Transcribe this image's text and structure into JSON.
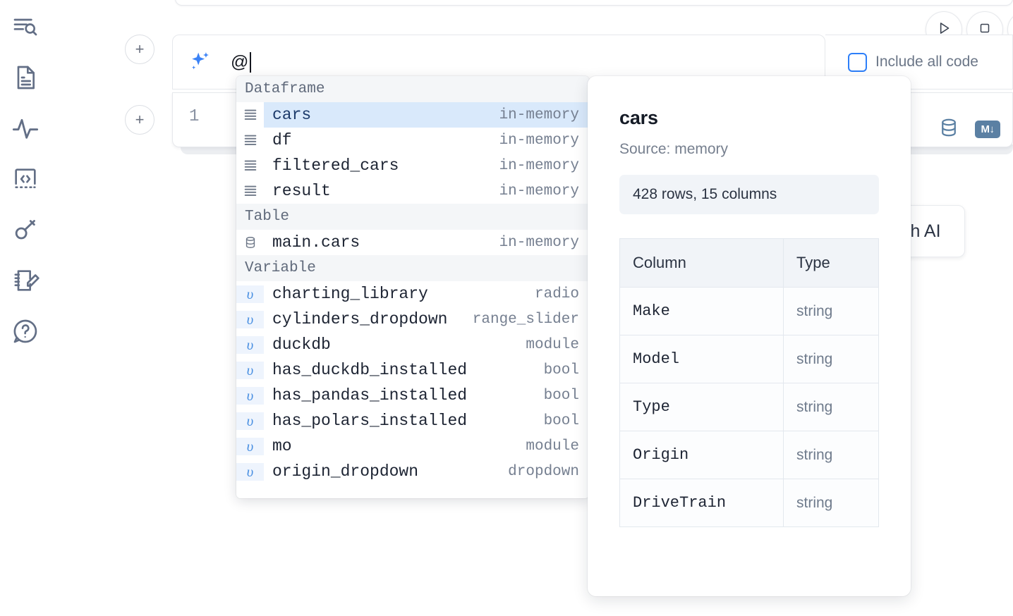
{
  "sidebar": {
    "items": [
      {
        "name": "explore-search-icon",
        "label": "Explore"
      },
      {
        "name": "file-document-icon",
        "label": "Notebook file"
      },
      {
        "name": "activity-pulse-icon",
        "label": "Activity"
      },
      {
        "name": "code-brackets-icon",
        "label": "Snippets"
      },
      {
        "name": "key-icon",
        "label": "Secrets"
      },
      {
        "name": "scratchpad-edit-icon",
        "label": "Scratchpad"
      },
      {
        "name": "help-question-icon",
        "label": "Help"
      }
    ]
  },
  "toolbar": {
    "add_cell_label": "+",
    "run_label": "Run",
    "stop_label": "Stop",
    "include_all_code_label": "Include all code",
    "include_all_code_checked": false,
    "accent_color": "#2d7ff9"
  },
  "ai_prompt": {
    "icon": "sparkle-icon",
    "value": "@",
    "placeholder": ""
  },
  "cell": {
    "line_number": "1",
    "sql_icon": "database-icon",
    "markdown_icon_label": "M",
    "ai_chip_label": "h AI"
  },
  "autocomplete": {
    "groups": [
      {
        "label": "Dataframe",
        "icon": "dataframe-rows-icon",
        "kind": "dataframe",
        "items": [
          {
            "name": "cars",
            "type": "in-memory",
            "selected": true
          },
          {
            "name": "df",
            "type": "in-memory",
            "selected": false
          },
          {
            "name": "filtered_cars",
            "type": "in-memory",
            "selected": false
          },
          {
            "name": "result",
            "type": "in-memory",
            "selected": false
          }
        ]
      },
      {
        "label": "Table",
        "icon": "database-icon",
        "kind": "table",
        "items": [
          {
            "name": "main.cars",
            "type": "in-memory",
            "selected": false
          }
        ]
      },
      {
        "label": "Variable",
        "icon": "variable-upsilon-icon",
        "kind": "variable",
        "items": [
          {
            "name": "charting_library",
            "type": "radio",
            "selected": false
          },
          {
            "name": "cylinders_dropdown",
            "type": "range_slider",
            "selected": false
          },
          {
            "name": "duckdb",
            "type": "module",
            "selected": false
          },
          {
            "name": "has_duckdb_installed",
            "type": "bool",
            "selected": false
          },
          {
            "name": "has_pandas_installed",
            "type": "bool",
            "selected": false
          },
          {
            "name": "has_polars_installed",
            "type": "bool",
            "selected": false
          },
          {
            "name": "mo",
            "type": "module",
            "selected": false
          },
          {
            "name": "origin_dropdown",
            "type": "dropdown",
            "selected": false
          }
        ]
      }
    ]
  },
  "info_panel": {
    "title": "cars",
    "source": "Source: memory",
    "shape": "428 rows, 15 columns",
    "table": {
      "headers": [
        "Column",
        "Type"
      ],
      "rows": [
        [
          "Make",
          "string"
        ],
        [
          "Model",
          "string"
        ],
        [
          "Type",
          "string"
        ],
        [
          "Origin",
          "string"
        ],
        [
          "DriveTrain",
          "string"
        ]
      ]
    }
  }
}
